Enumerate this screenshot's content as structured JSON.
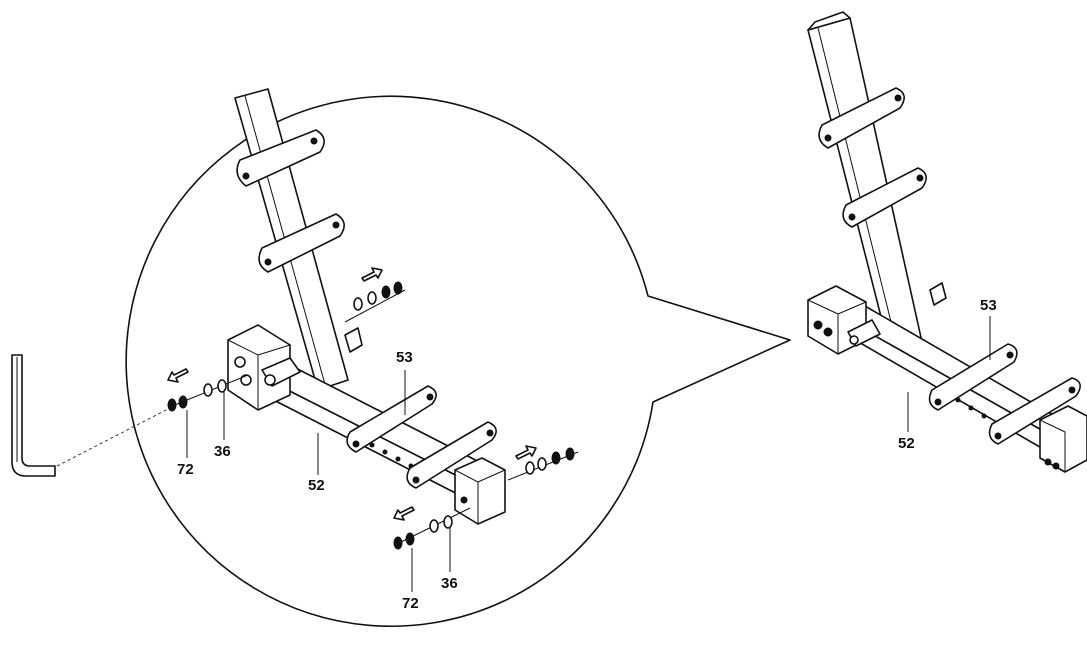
{
  "diagram": {
    "callouts": {
      "upright_tube": "",
      "rail_left": "52",
      "bar_left": "53",
      "rail_right": "52",
      "bar_right": "53",
      "washer_left": "36",
      "bolt_left": "72",
      "washer_bottom": "36",
      "bolt_bottom": "72"
    },
    "tool": {
      "icon": "allen-key-icon"
    },
    "direction_icons": [
      "arrow-left-icon",
      "arrow-right-icon",
      "arrow-right-icon",
      "arrow-left-icon"
    ],
    "colors": {
      "line": "#111111",
      "background": "#ffffff"
    }
  }
}
